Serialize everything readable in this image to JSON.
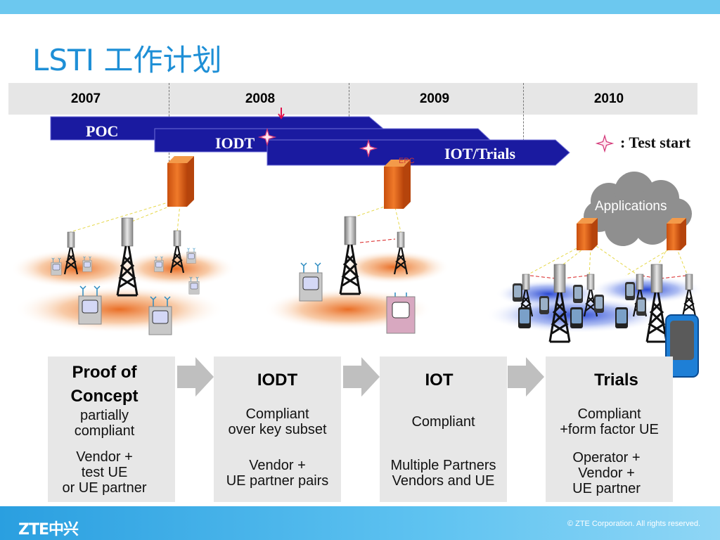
{
  "title": "LSTI 工作计划",
  "timeline": {
    "years": [
      "2007",
      "2008",
      "2009",
      "2010"
    ]
  },
  "phases": {
    "poc": "POC",
    "iodt": "IODT",
    "iot_trials": "IOT/Trials",
    "epc": "EPC"
  },
  "legend": {
    "test_start": ": Test start"
  },
  "cloud": {
    "label": "Applications"
  },
  "cards": [
    {
      "title": "Proof of\nConcept",
      "line1": "partially\ncompliant",
      "line2": "Vendor +\ntest UE\nor UE partner"
    },
    {
      "title": "IODT",
      "line1": "Compliant\nover key subset",
      "line2": "Vendor +\nUE partner pairs"
    },
    {
      "title": "IOT",
      "line1": "Compliant",
      "line2": "Multiple Partners\nVendors and UE"
    },
    {
      "title": "Trials",
      "line1": "Compliant\n+form factor UE",
      "line2": "Operator +\nVendor +\nUE partner"
    }
  ],
  "footer": {
    "logo": "ZTE中兴",
    "copyright": "© ZTE Corporation. All rights reserved."
  },
  "colors": {
    "arrow_blue": "#1a1aa0",
    "accent": "#1e8fd6",
    "server_orange": "#e06a1a"
  }
}
